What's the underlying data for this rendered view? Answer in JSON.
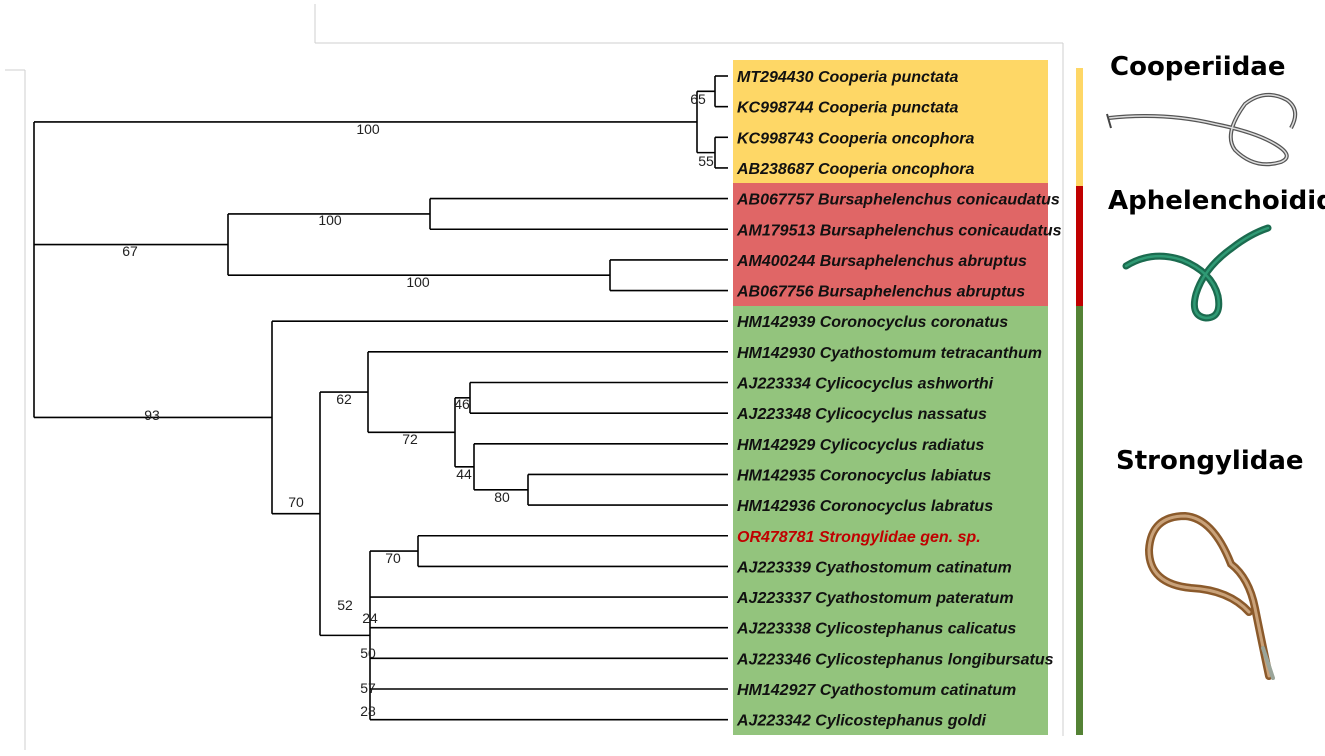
{
  "colors": {
    "cooperiidae": "#fed766",
    "aphelenchoididae": "#e06666",
    "strongylidae": "#93c47d",
    "bar_cooperiidae": "#fed766",
    "bar_aphelenchoididae": "#c00000",
    "bar_strongylidae": "#548235",
    "highlight_text": "#c00000"
  },
  "families": [
    {
      "name": "Cooperiidae",
      "color_key": "cooperiidae",
      "image": "nematode-sketch-grey"
    },
    {
      "name": "Aphelenchoididae",
      "color_key": "aphelenchoididae",
      "image": "nematode-green-coiled"
    },
    {
      "name": "Strongylidae",
      "color_key": "strongylidae",
      "image": "nematode-brown-looped"
    }
  ],
  "taxa": [
    {
      "accession": "MT294430",
      "species": "Cooperia punctata",
      "family": "cooperiidae"
    },
    {
      "accession": "KC998744",
      "species": "Cooperia punctata",
      "family": "cooperiidae"
    },
    {
      "accession": "KC998743",
      "species": "Cooperia oncophora",
      "family": "cooperiidae"
    },
    {
      "accession": "AB238687",
      "species": "Cooperia oncophora",
      "family": "cooperiidae"
    },
    {
      "accession": "AB067757",
      "species": "Bursaphelenchus conicaudatus",
      "family": "aphelenchoididae"
    },
    {
      "accession": "AM179513",
      "species": "Bursaphelenchus conicaudatus",
      "family": "aphelenchoididae"
    },
    {
      "accession": "AM400244",
      "species": "Bursaphelenchus abruptus",
      "family": "aphelenchoididae"
    },
    {
      "accession": "AB067756",
      "species": "Bursaphelenchus abruptus",
      "family": "aphelenchoididae"
    },
    {
      "accession": "HM142939",
      "species": "Coronocyclus coronatus",
      "family": "strongylidae"
    },
    {
      "accession": "HM142930",
      "species": "Cyathostomum tetracanthum",
      "family": "strongylidae"
    },
    {
      "accession": "AJ223334",
      "species": "Cylicocyclus ashworthi",
      "family": "strongylidae"
    },
    {
      "accession": "AJ223348",
      "species": "Cylicocyclus nassatus",
      "family": "strongylidae"
    },
    {
      "accession": "HM142929",
      "species": "Cylicocyclus radiatus",
      "family": "strongylidae"
    },
    {
      "accession": "HM142935",
      "species": "Coronocyclus labiatus",
      "family": "strongylidae"
    },
    {
      "accession": "HM142936",
      "species": "Coronocyclus labratus",
      "family": "strongylidae"
    },
    {
      "accession": "OR478781",
      "species": "Strongylidae gen. sp.",
      "family": "strongylidae",
      "highlight": true
    },
    {
      "accession": "AJ223339",
      "species": "Cyathostomum catinatum",
      "family": "strongylidae"
    },
    {
      "accession": "AJ223337",
      "species": "Cyathostomum pateratum",
      "family": "strongylidae"
    },
    {
      "accession": "AJ223338",
      "species": "Cylicostephanus calicatus",
      "family": "strongylidae"
    },
    {
      "accession": "AJ223346",
      "species": "Cylicostephanus longibursatus",
      "family": "strongylidae"
    },
    {
      "accession": "HM142927",
      "species": "Cyathostomum catinatum",
      "family": "strongylidae"
    },
    {
      "accession": "AJ223342",
      "species": "Cylicostephanus goldi",
      "family": "strongylidae"
    }
  ],
  "support_values": [
    "100",
    "65",
    "55",
    "67",
    "100",
    "100",
    "93",
    "70",
    "62",
    "72",
    "46",
    "44",
    "80",
    "52",
    "70",
    "24",
    "50",
    "57",
    "28"
  ]
}
